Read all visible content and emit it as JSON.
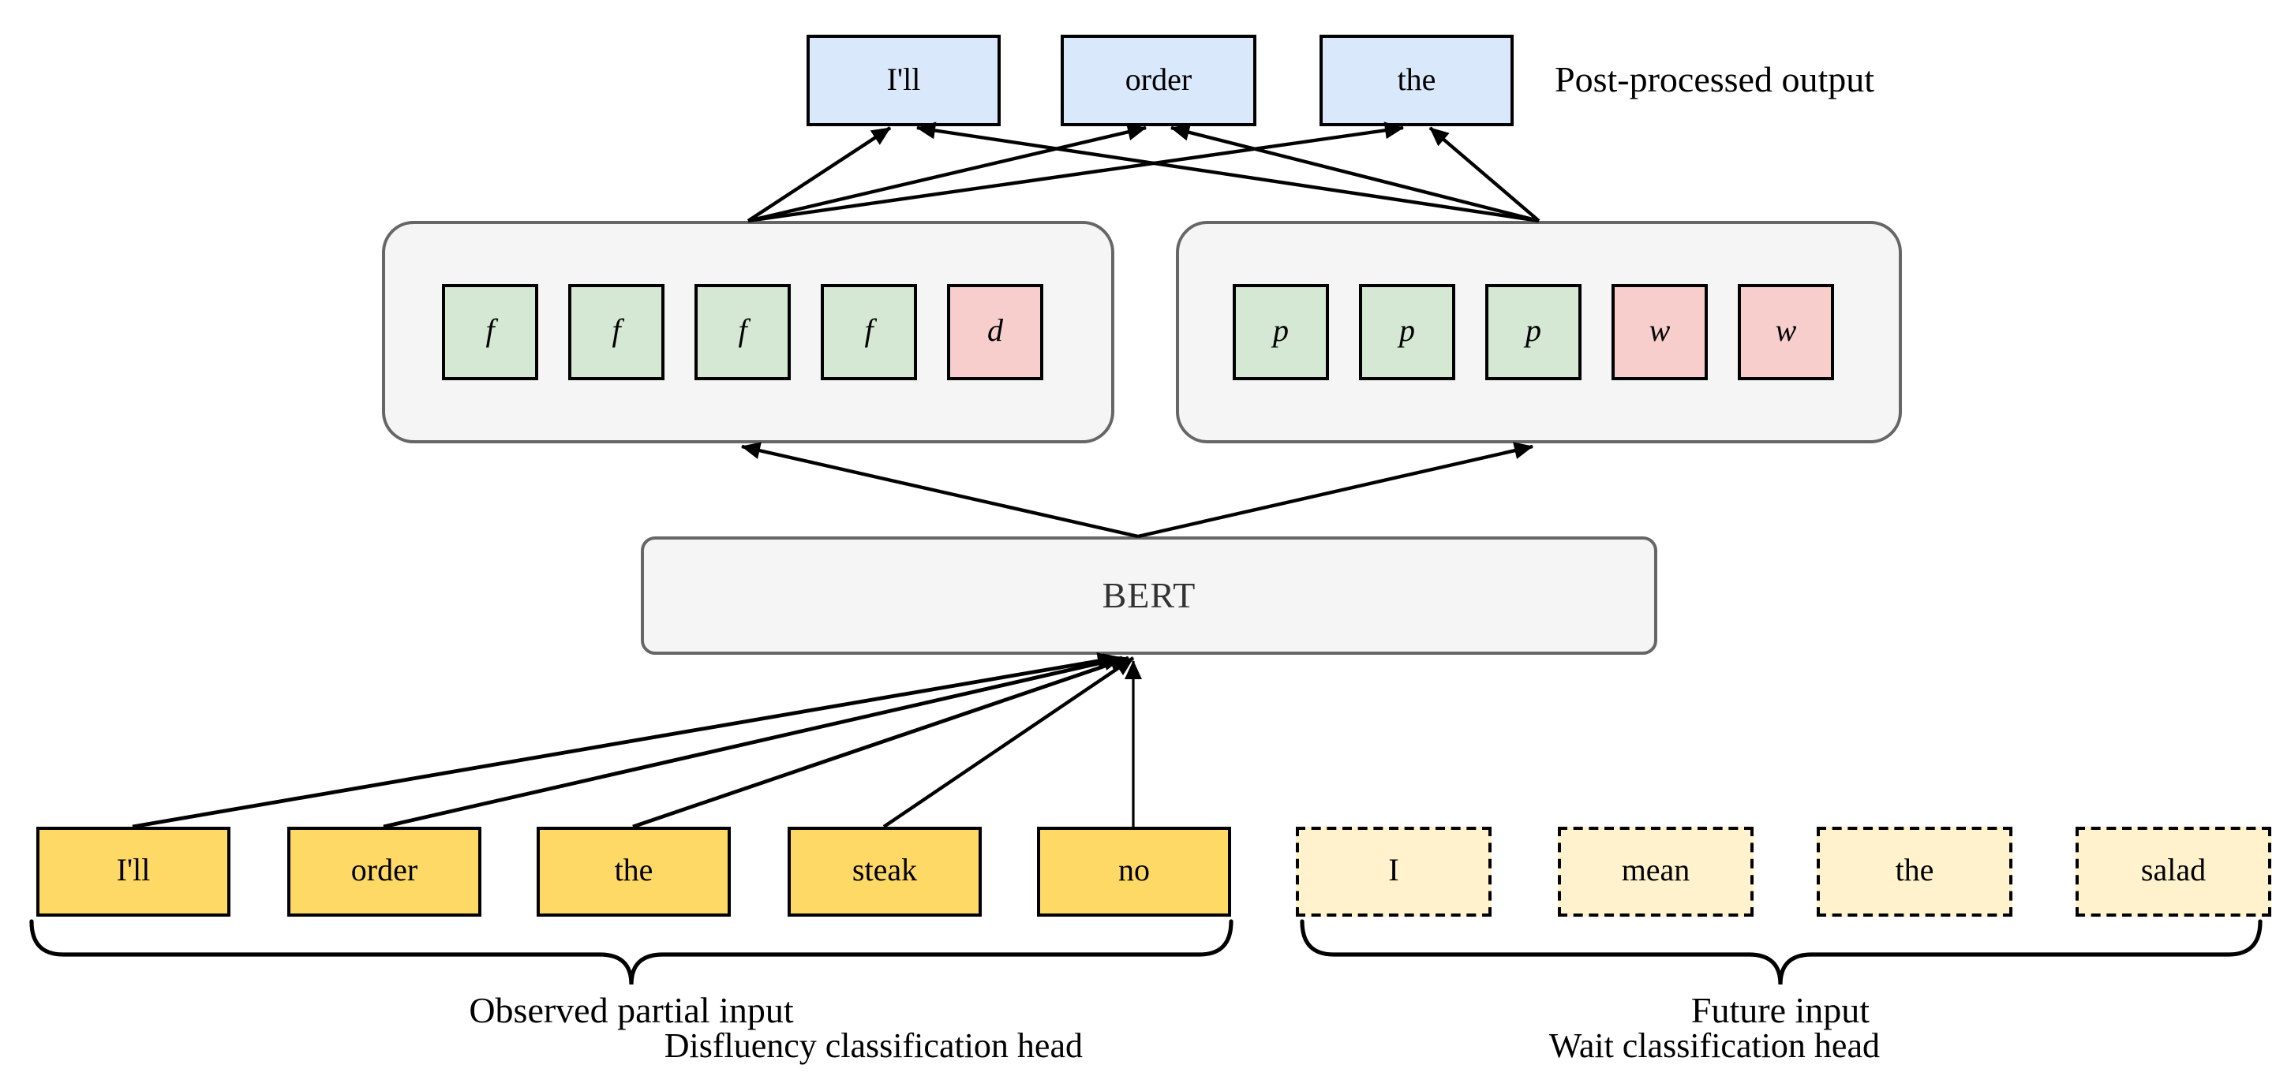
{
  "output_row": {
    "words": [
      "I'll",
      "order",
      "the"
    ],
    "caption": "Post-processed output"
  },
  "heads": {
    "disfluency": {
      "caption": "Disfluency classification head",
      "cells": [
        {
          "label": "f",
          "color": "green"
        },
        {
          "label": "f",
          "color": "green"
        },
        {
          "label": "f",
          "color": "green"
        },
        {
          "label": "f",
          "color": "green"
        },
        {
          "label": "d",
          "color": "red"
        }
      ]
    },
    "wait": {
      "caption": "Wait classification head",
      "cells": [
        {
          "label": "p",
          "color": "green"
        },
        {
          "label": "p",
          "color": "green"
        },
        {
          "label": "p",
          "color": "green"
        },
        {
          "label": "w",
          "color": "red"
        },
        {
          "label": "w",
          "color": "red"
        }
      ]
    }
  },
  "bert": {
    "caption": "BERT"
  },
  "inputs": {
    "observed": {
      "words": [
        "I'll",
        "order",
        "the",
        "steak",
        "no"
      ],
      "caption": "Observed partial input"
    },
    "future": {
      "words": [
        "I",
        "mean",
        "the",
        "salad"
      ],
      "caption": "Future input"
    }
  },
  "colors": {
    "output_box_fill": "#dae8fc",
    "observed_box_fill": "#ffd966",
    "future_box_fill": "#fff2cc",
    "fluent_cell_fill": "#d5e8d4",
    "disfluent_cell_fill": "#f8cecc",
    "head_container_fill": "#f5f5f5",
    "head_container_border": "#666666",
    "line_color": "#000000"
  }
}
